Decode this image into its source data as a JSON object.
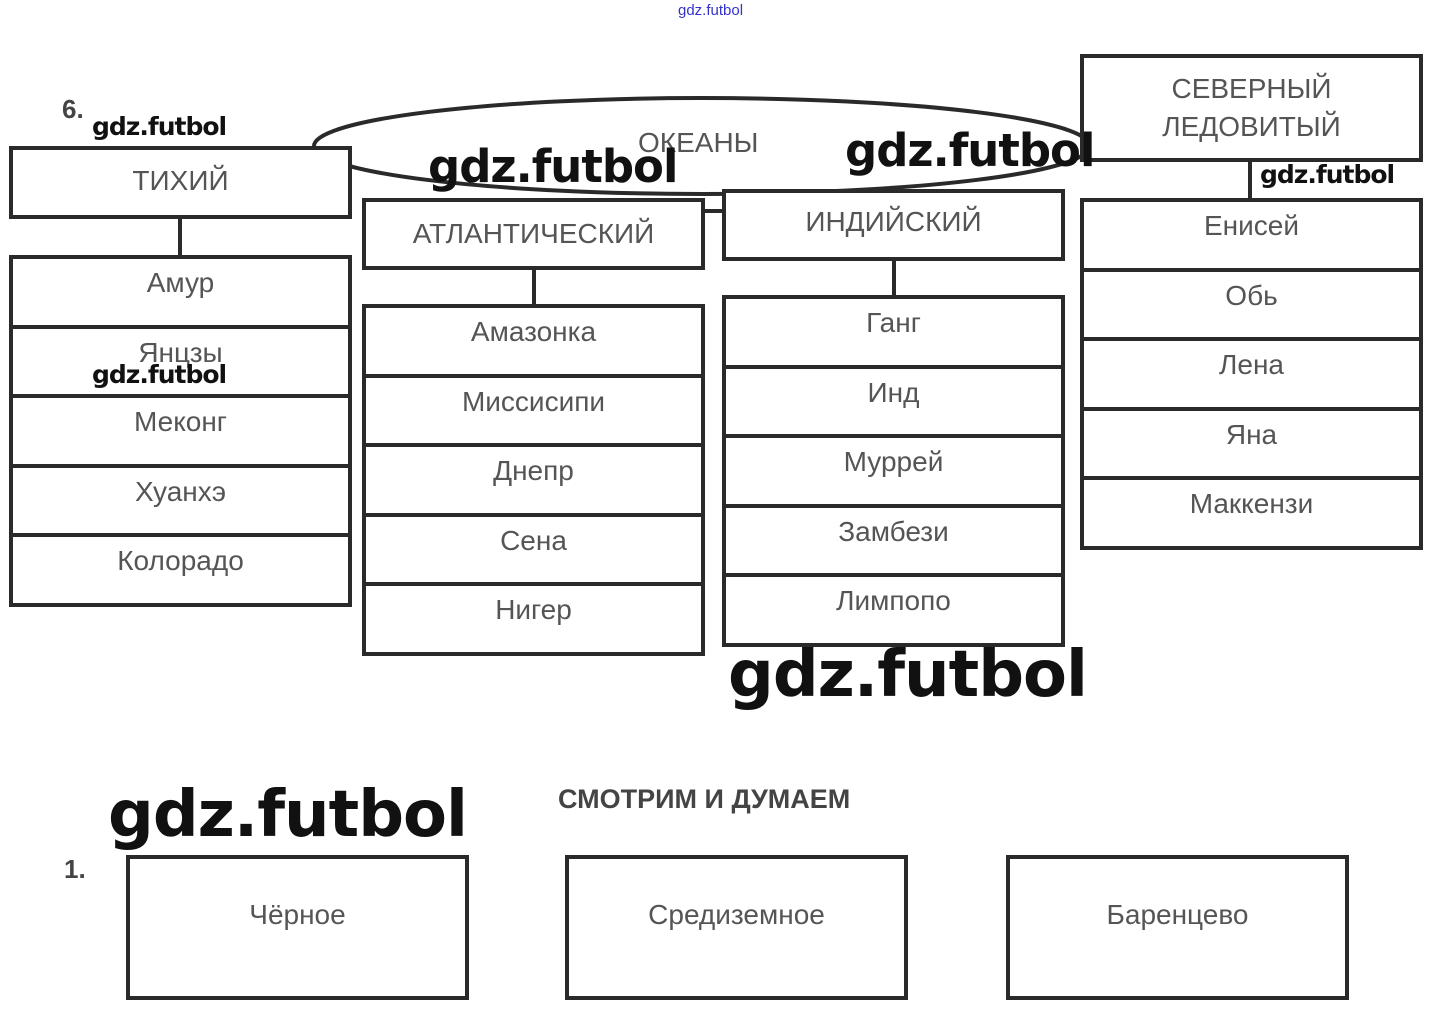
{
  "header_watermark": "gdz.futbol",
  "task_number_6": "6.",
  "center_label": "ОКЕАНЫ",
  "oceans": [
    {
      "name": "ТИХИЙ",
      "rivers": [
        "Амур",
        "Янцзы",
        "Меконг",
        "Хуанхэ",
        "Колорадо"
      ]
    },
    {
      "name": "АТЛАНТИЧЕСКИЙ",
      "rivers": [
        "Амазонка",
        "Миссисипи",
        "Днепр",
        "Сена",
        "Нигер"
      ]
    },
    {
      "name": "ИНДИЙСКИЙ",
      "rivers": [
        "Ганг",
        "Инд",
        "Муррей",
        "Замбези",
        "Лимпопо"
      ]
    },
    {
      "name": "СЕВЕРНЫЙ ЛЕДОВИТЫЙ",
      "rivers": [
        "Енисей",
        "Обь",
        "Лена",
        "Яна",
        "Маккензи"
      ]
    }
  ],
  "section_title": "СМОТРИМ И ДУМАЕМ",
  "task_number_1": "1.",
  "seas": [
    "Чёрное",
    "Средиземное",
    "Баренцево"
  ],
  "watermark": "gdz.futbol"
}
